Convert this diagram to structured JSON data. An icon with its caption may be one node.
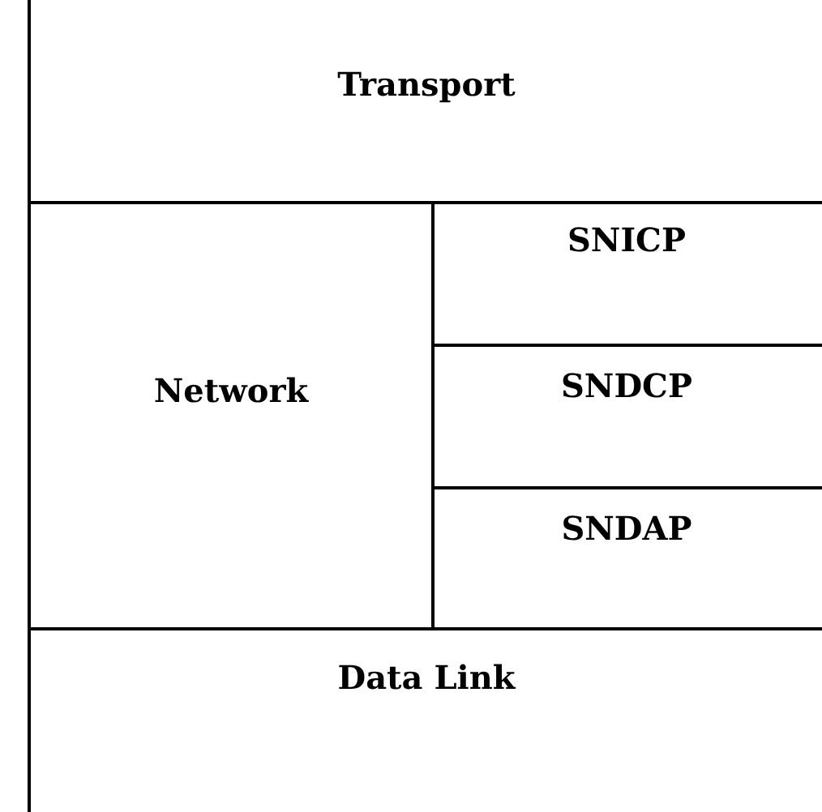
{
  "diagram": {
    "nodes": [
      {
        "text": [
          "Transport"
        ]
      },
      {
        "text": [
          "Network"
        ]
      },
      {
        "text": [
          "SNICP"
        ]
      },
      {
        "text": [
          "SNDCP"
        ]
      },
      {
        "text": [
          "SNDAP"
        ]
      },
      {
        "text": [
          "Data Link"
        ]
      }
    ]
  }
}
